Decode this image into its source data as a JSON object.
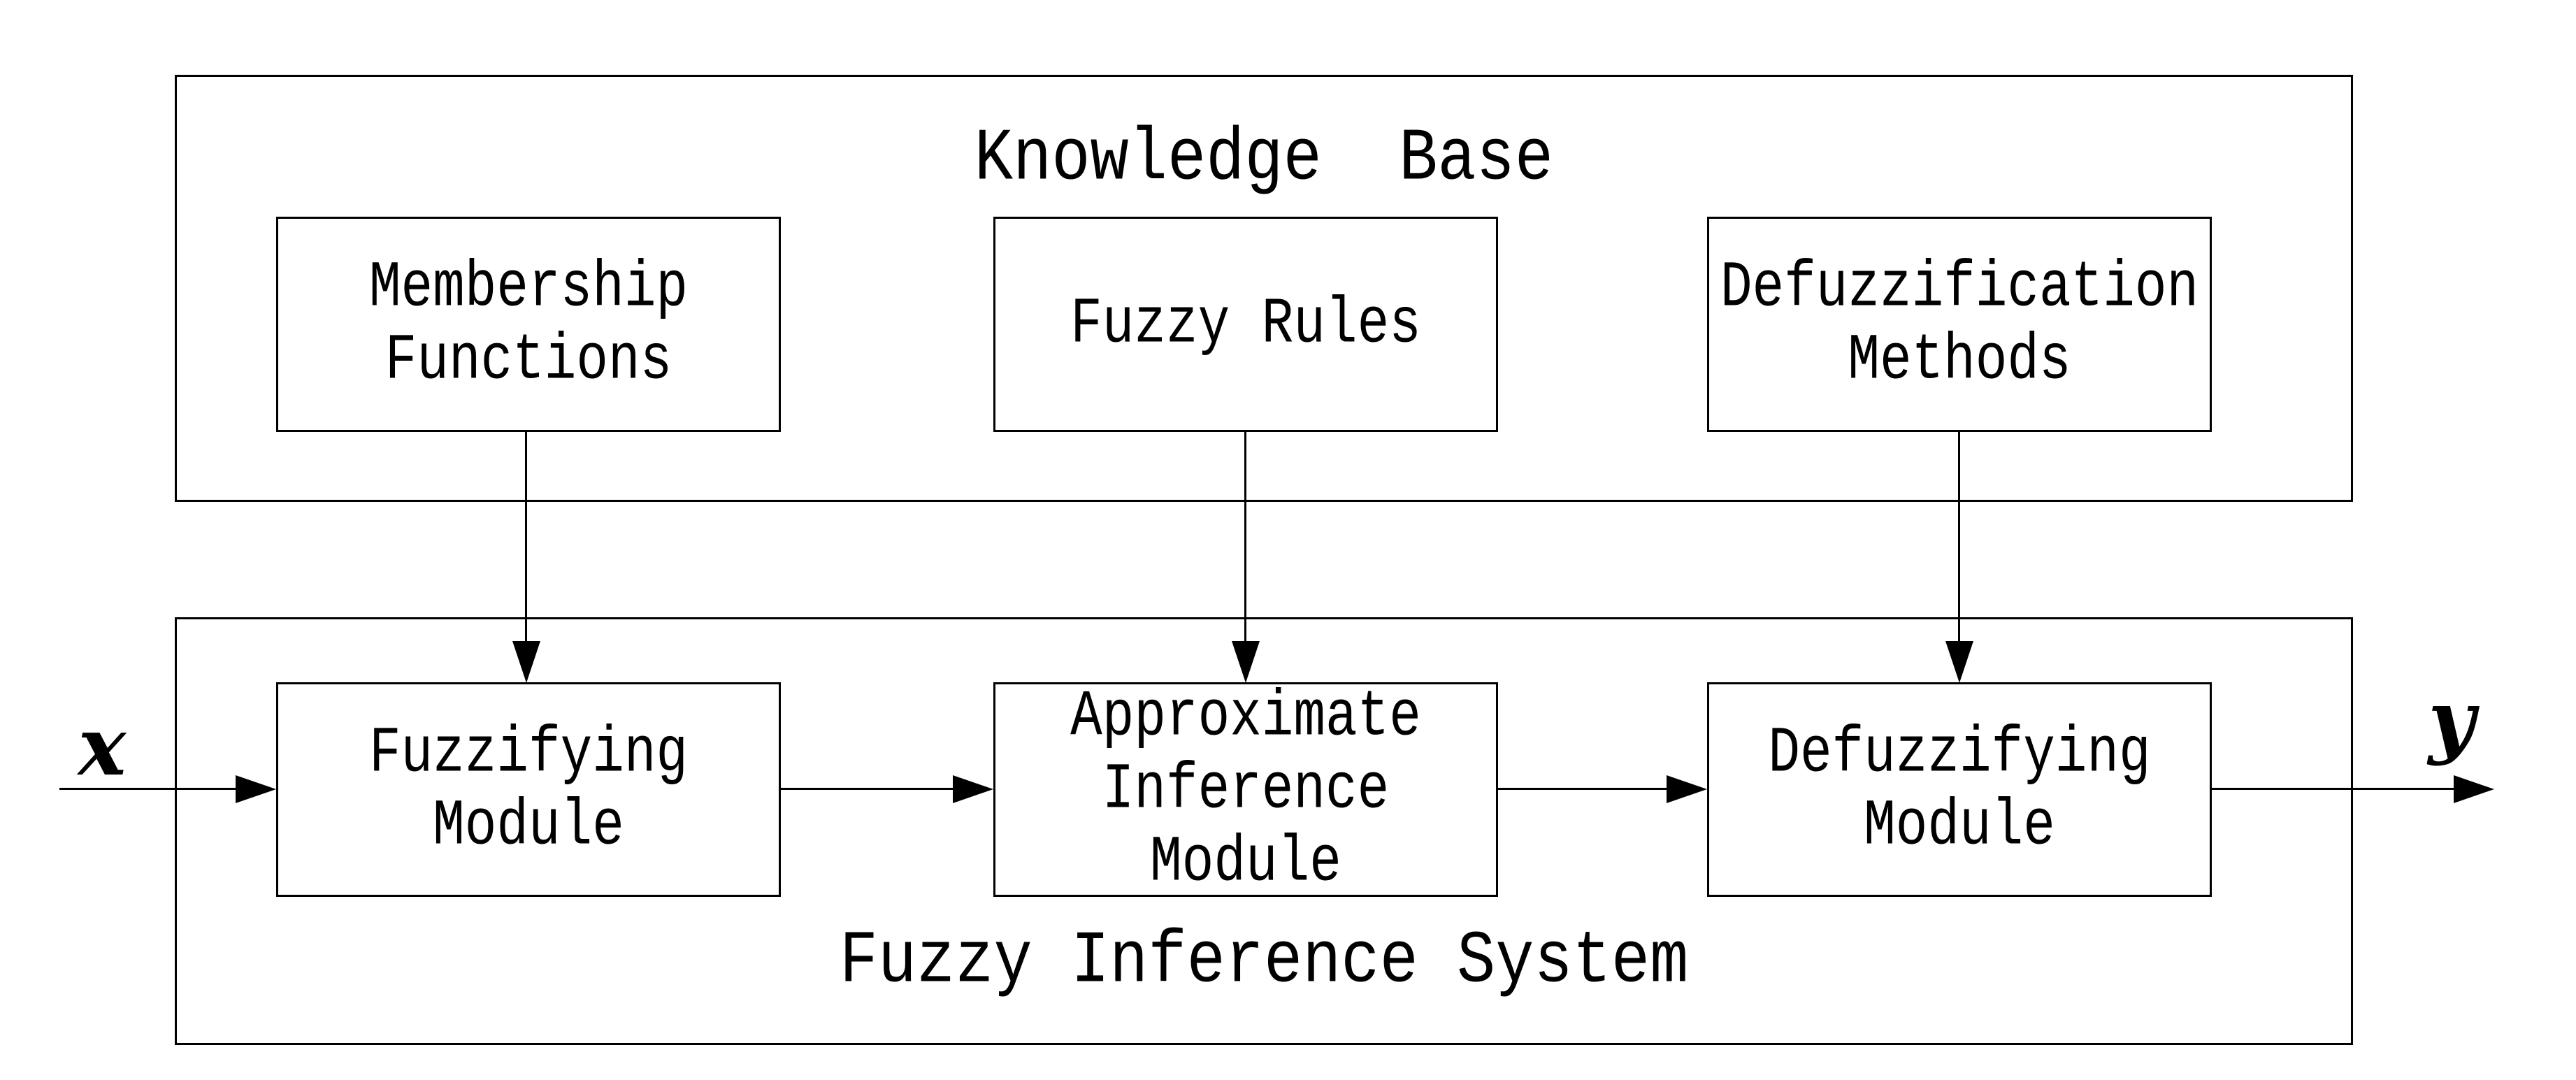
{
  "diagram": {
    "colors": {
      "background": "#ffffff",
      "line": "#000000",
      "text": "#000000"
    },
    "knowledge_base": {
      "title": "Knowledge  Base",
      "modules": [
        {
          "lines": [
            "Membership",
            "Functions"
          ]
        },
        {
          "lines": [
            "Fuzzy Rules"
          ]
        },
        {
          "lines": [
            "Defuzzification",
            "Methods"
          ]
        }
      ]
    },
    "fuzzy_inference_system": {
      "title": "Fuzzy Inference System",
      "modules": [
        {
          "lines": [
            "Fuzzifying",
            "Module"
          ]
        },
        {
          "lines": [
            "Approximate",
            "Inference",
            "Module"
          ]
        },
        {
          "lines": [
            "Defuzzifying",
            "Module"
          ]
        }
      ]
    },
    "labels": {
      "input": "x",
      "output": "y"
    }
  }
}
